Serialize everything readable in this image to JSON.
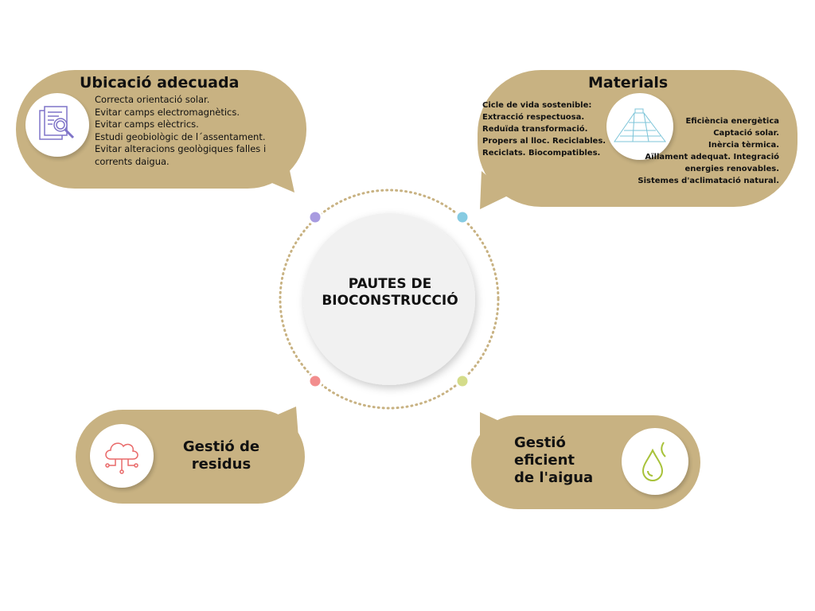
{
  "center": {
    "title_line1": "PAUTES DE",
    "title_line2": "BIOCONSTRUCCIÓ"
  },
  "colors": {
    "bubble": "#c8b282",
    "purple": "#a89be0",
    "blue": "#86cbe2",
    "pink": "#f28d8d",
    "green": "#d4dc8a"
  },
  "ubicacio": {
    "title": "Ubicació adecuada",
    "icon": "document-search-icon",
    "items": [
      "Correcta orientació solar.",
      "Evitar camps electromagnètics.",
      "Evitar camps elèctrics.",
      "Estudi geobiològic de l´assentament.",
      "Evitar alteracions geològiques falles i",
      "corrents daigua."
    ]
  },
  "materials": {
    "title": "Materials",
    "icon": "pyramid-icon",
    "left_items": [
      "Cicle de vida sostenible:",
      "Extracció respectuosa.",
      "Reduïda transformació.",
      "Propers al lloc. Reciclables.",
      "Reciclats. Biocompatibles."
    ],
    "right_items": [
      "Eficiència energètica",
      "Captació solar.",
      "Inèrcia tèrmica.",
      "Aïllament adequat. Integració",
      "energies renovables.",
      "Sistemes d'aclimatació natural."
    ]
  },
  "residus": {
    "line1": "Gestió de",
    "line2": "residus",
    "icon": "cloud-network-icon"
  },
  "aigua": {
    "line1": "Gestió",
    "line2": "eficient",
    "line3": "de l'aigua",
    "icon": "water-drop-icon"
  }
}
